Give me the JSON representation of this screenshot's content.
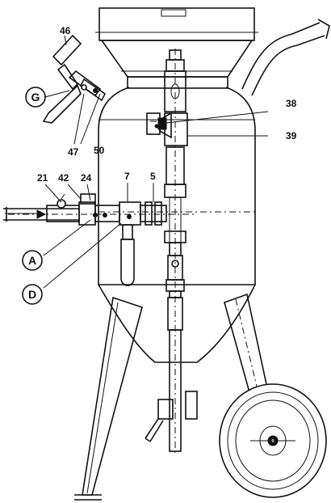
{
  "labels": {
    "n46": "46",
    "g": "G",
    "n47": "47",
    "n50": "50",
    "n38": "38",
    "n39": "39",
    "n21": "21",
    "n42": "42",
    "n24": "24",
    "n7": "7",
    "n5": "5",
    "a": "A",
    "d": "D"
  },
  "colors": {
    "ink": "#111111",
    "paper": "#ffffff"
  }
}
